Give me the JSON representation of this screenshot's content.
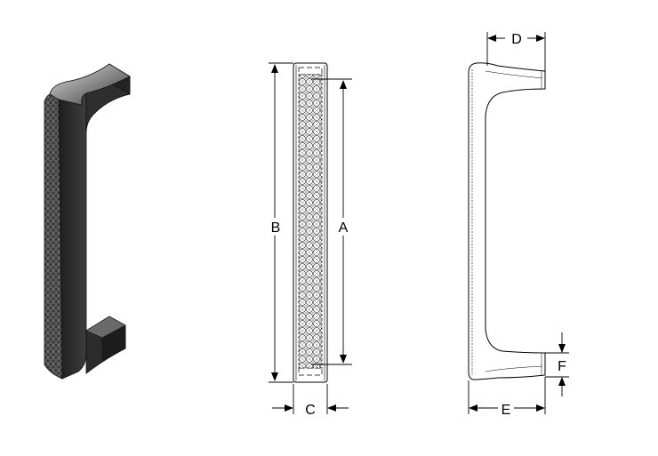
{
  "dimension_labels": {
    "a": "A",
    "b": "B",
    "c": "C",
    "d": "D",
    "e": "E",
    "f": "F"
  },
  "colors": {
    "line": "#000000",
    "handle_dark": "#2b2b2b",
    "handle_mid": "#555555",
    "handle_light": "#b8b8b8"
  }
}
